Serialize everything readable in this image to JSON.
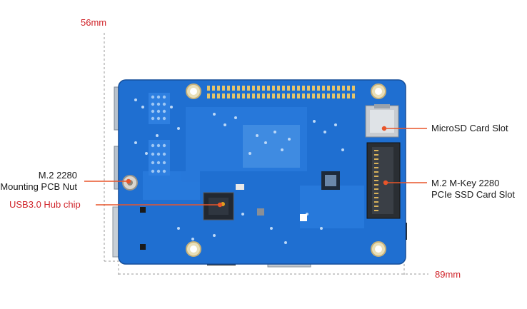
{
  "dimensions": {
    "width_label": "56mm",
    "length_label": "89mm"
  },
  "callouts": {
    "m2_nut": {
      "line1": "M.2 2280",
      "line2": "Mounting PCB Nut"
    },
    "usb_hub": {
      "text": "USB3.0 Hub chip",
      "color": "#d0242a"
    },
    "microsd": {
      "text": "MicroSD Card Slot"
    },
    "m2_slot": {
      "line1": "M.2 M-Key 2280",
      "line2": "PCIe SSD Card Slot"
    }
  },
  "colors": {
    "pcb": "#1f6fd1",
    "accent_red": "#d0242a",
    "leader": "#e8552a"
  }
}
